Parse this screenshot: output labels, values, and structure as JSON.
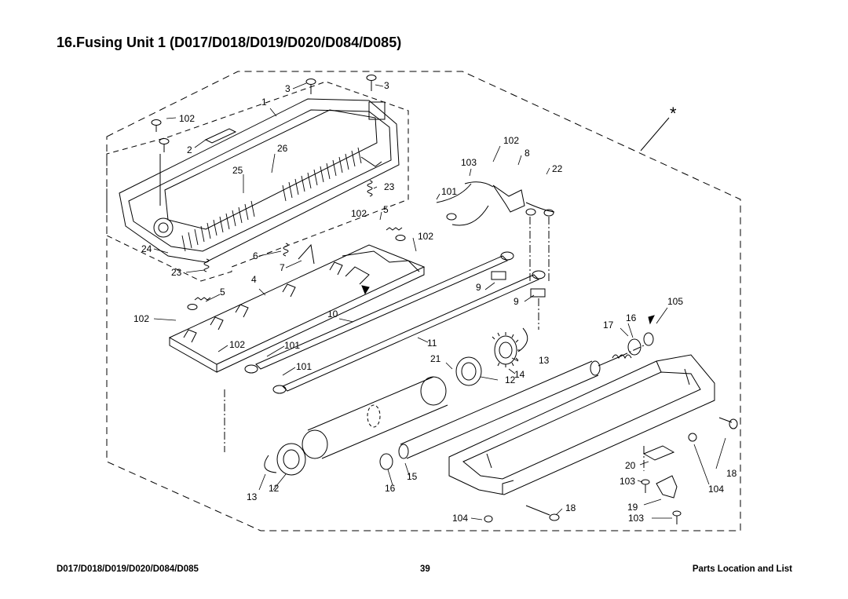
{
  "page_title": "16.Fusing Unit 1 (D017/D018/D019/D020/D084/D085)",
  "footer": {
    "model_codes": "D017/D018/D019/D020/D084/D085",
    "page_number": "39",
    "section": "Parts Location and List"
  },
  "assembly_marker": "*",
  "callouts": [
    {
      "id": "c3a",
      "label": "3"
    },
    {
      "id": "c3b",
      "label": "3"
    },
    {
      "id": "c1",
      "label": "1"
    },
    {
      "id": "c102a",
      "label": "102"
    },
    {
      "id": "c2",
      "label": "2"
    },
    {
      "id": "c26",
      "label": "26"
    },
    {
      "id": "c25",
      "label": "25"
    },
    {
      "id": "c23a",
      "label": "23"
    },
    {
      "id": "c102b",
      "label": "102"
    },
    {
      "id": "c5a",
      "label": "5"
    },
    {
      "id": "c102c",
      "label": "102"
    },
    {
      "id": "c24",
      "label": "24"
    },
    {
      "id": "c23b",
      "label": "23"
    },
    {
      "id": "c6",
      "label": "6"
    },
    {
      "id": "c7",
      "label": "7"
    },
    {
      "id": "c4",
      "label": "4"
    },
    {
      "id": "c5b",
      "label": "5"
    },
    {
      "id": "c102d",
      "label": "102"
    },
    {
      "id": "c102e",
      "label": "102"
    },
    {
      "id": "c101a",
      "label": "101"
    },
    {
      "id": "c101b",
      "label": "101"
    },
    {
      "id": "c10",
      "label": "10"
    },
    {
      "id": "c11",
      "label": "11"
    },
    {
      "id": "c102f",
      "label": "102"
    },
    {
      "id": "c8",
      "label": "8"
    },
    {
      "id": "c103a",
      "label": "103"
    },
    {
      "id": "c22",
      "label": "22"
    },
    {
      "id": "c101c",
      "label": "101"
    },
    {
      "id": "c9a",
      "label": "9"
    },
    {
      "id": "c9b",
      "label": "9"
    },
    {
      "id": "c105",
      "label": "105"
    },
    {
      "id": "c17",
      "label": "17"
    },
    {
      "id": "c16a",
      "label": "16"
    },
    {
      "id": "c21",
      "label": "21"
    },
    {
      "id": "c13a",
      "label": "13"
    },
    {
      "id": "c14",
      "label": "14"
    },
    {
      "id": "c12a",
      "label": "12"
    },
    {
      "id": "c13b",
      "label": "13"
    },
    {
      "id": "c12b",
      "label": "12"
    },
    {
      "id": "c16b",
      "label": "16"
    },
    {
      "id": "c15",
      "label": "15"
    },
    {
      "id": "c20",
      "label": "20"
    },
    {
      "id": "c103b",
      "label": "103"
    },
    {
      "id": "c18a",
      "label": "18"
    },
    {
      "id": "c104a",
      "label": "104"
    },
    {
      "id": "c18b",
      "label": "18"
    },
    {
      "id": "c19",
      "label": "19"
    },
    {
      "id": "c104b",
      "label": "104"
    },
    {
      "id": "c103c",
      "label": "103"
    }
  ]
}
